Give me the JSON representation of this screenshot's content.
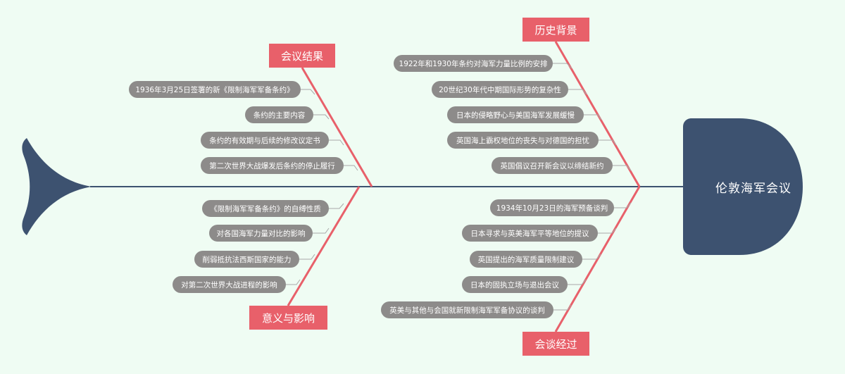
{
  "diagram": {
    "head_label": "伦敦海军会议",
    "colors": {
      "background": "#effcf3",
      "spine": "#3d5270",
      "head": "#3d5270",
      "tail": "#3d5270",
      "bone": "#e8606a",
      "category_fill": "#e8606a",
      "item_fill": "#8d8b8a",
      "connector": "#a9a9a9"
    },
    "categories": [
      {
        "label": "历史背景",
        "items": [
          "1922年和1930年条约对海军力量比例的安排",
          "20世纪30年代中期国际形势的复杂性",
          "日本的侵略野心与美国海军发展缓慢",
          "英国海上霸权地位的丧失与对德国的担忧",
          "英国倡议召开新会议以缔结新约"
        ]
      },
      {
        "label": "会谈经过",
        "items": [
          "1934年10月23日的海军预备谈判",
          "日本寻求与英美海军平等地位的提议",
          "英国提出的海军质量限制建议",
          "日本的固执立场与退出会议",
          "英美与其他与会国就新限制海军军备协议的谈判"
        ]
      },
      {
        "label": "会议结果",
        "items": [
          "1936年3月25日签署的新《限制海军军备条约》",
          "条约的主要内容",
          "条约的有效期与后续的修改议定书",
          "第二次世界大战爆发后条约的停止履行"
        ]
      },
      {
        "label": "意义与影响",
        "items": [
          "《限制海军军备条约》的自缚性质",
          "对各国海军力量对比的影响",
          "削弱抵抗法西斯国家的能力",
          "对第二次世界大战进程的影响"
        ]
      }
    ]
  }
}
